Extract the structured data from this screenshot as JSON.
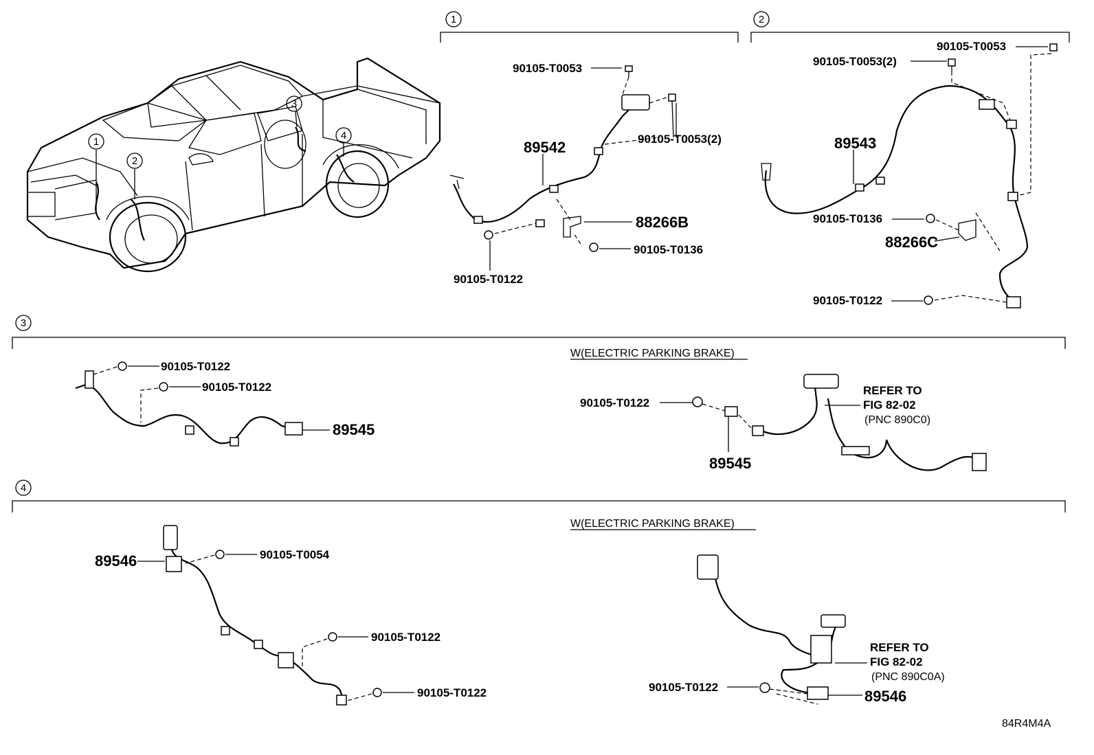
{
  "sections": {
    "s1": {
      "num": "1",
      "labels": [
        "90105-T0053",
        "89542",
        "90105-T0053(2)",
        "88266B",
        "90105-T0136",
        "90105-T0122"
      ]
    },
    "s2": {
      "num": "2",
      "labels": [
        "90105-T0053",
        "90105-T0053(2)",
        "89543",
        "90105-T0136",
        "88266C",
        "90105-T0122"
      ]
    },
    "s3": {
      "num": "3",
      "left_labels": [
        "90105-T0122",
        "90105-T0122",
        "89545"
      ],
      "epb_title": "W(ELECTRIC PARKING BRAKE)",
      "right_labels": [
        "90105-T0122",
        "89545"
      ],
      "refer": [
        "REFER TO",
        "FIG 82-02",
        "(PNC 890C0)"
      ]
    },
    "s4": {
      "num": "4",
      "left_labels": [
        "89546",
        "90105-T0054",
        "90105-T0122",
        "90105-T0122"
      ],
      "epb_title": "W(ELECTRIC PARKING BRAKE)",
      "right_labels": [
        "90105-T0122",
        "89546"
      ],
      "refer": [
        "REFER TO",
        "FIG 82-02",
        "(PNC 890C0A)"
      ]
    }
  },
  "truck": {
    "callouts": [
      "1",
      "2",
      "3",
      "4"
    ]
  },
  "diagram_id": "84R4M4A"
}
